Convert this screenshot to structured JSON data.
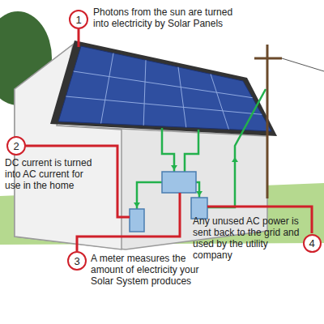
{
  "diagram": {
    "nodes": [
      {
        "text": [
          "1"
        ]
      },
      {
        "text": [
          "2"
        ]
      },
      {
        "text": [
          "3"
        ]
      },
      {
        "text": [
          "4"
        ]
      }
    ],
    "labels": [
      "Photons from the sun are turned into electricity by Solar Panels",
      "DC current is turned into AC current for use in the home",
      "A meter measures the amount of electricity your Solar System produces",
      "Any unused AC power is sent back to the grid and used by the utility company"
    ]
  }
}
